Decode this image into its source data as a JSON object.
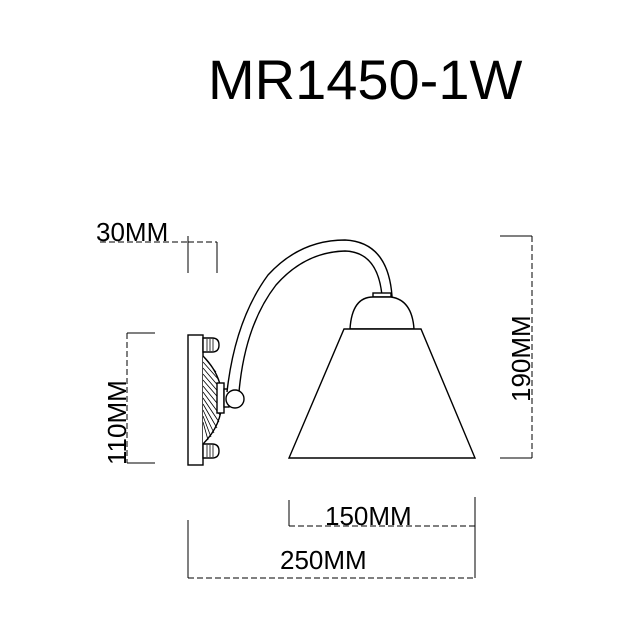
{
  "title": "MR1450-1W",
  "dimensions": {
    "depth_top": "30MM",
    "backplate_height": "110MM",
    "overall_height": "190MM",
    "shade_width": "150MM",
    "overall_width": "250MM"
  },
  "colors": {
    "line": "#000000",
    "background": "#ffffff"
  }
}
